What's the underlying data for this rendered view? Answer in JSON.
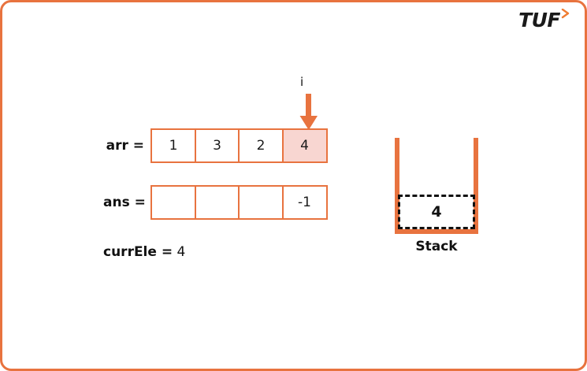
{
  "branding": {
    "logo_text": "TUF",
    "logo_chevron_icon": "chevron-right-icon"
  },
  "theme": {
    "accent": "#e8733f",
    "highlight_fill": "#f8d6d1",
    "text": "#111111",
    "background": "#ffffff"
  },
  "pointer": {
    "label": "i",
    "icon": "arrow-down-icon",
    "points_to_index": 3
  },
  "rows": [
    {
      "name": "arr",
      "label": "arr =",
      "cells": [
        {
          "value": "1",
          "highlighted": false
        },
        {
          "value": "3",
          "highlighted": false
        },
        {
          "value": "2",
          "highlighted": false
        },
        {
          "value": "4",
          "highlighted": true
        }
      ]
    },
    {
      "name": "ans",
      "label": "ans =",
      "cells": [
        {
          "value": "",
          "highlighted": false
        },
        {
          "value": "",
          "highlighted": false
        },
        {
          "value": "",
          "highlighted": false
        },
        {
          "value": "-1",
          "highlighted": false
        }
      ]
    }
  ],
  "variables": {
    "curr_ele_key": "currEle =",
    "curr_ele_value": "4"
  },
  "stack": {
    "label": "Stack",
    "items": [
      {
        "value": "4"
      }
    ]
  }
}
